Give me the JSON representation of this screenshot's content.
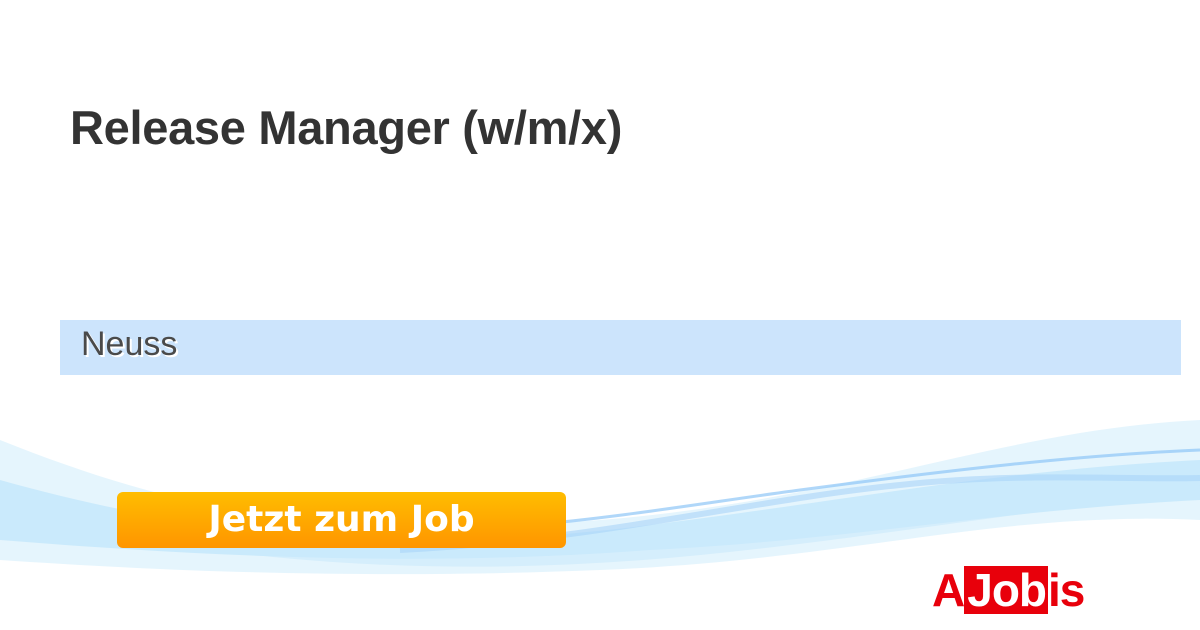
{
  "job": {
    "title": "Release Manager (w/m/x)",
    "location": "Neuss"
  },
  "cta": {
    "label": "Jetzt zum Job"
  },
  "logo": {
    "part1": "A",
    "part2": "Job",
    "part3": "is",
    "color": "#e8000b"
  },
  "colors": {
    "location_bg": "#cce4fc",
    "button_top": "#ffbd00",
    "button_bottom": "#ff9500"
  }
}
